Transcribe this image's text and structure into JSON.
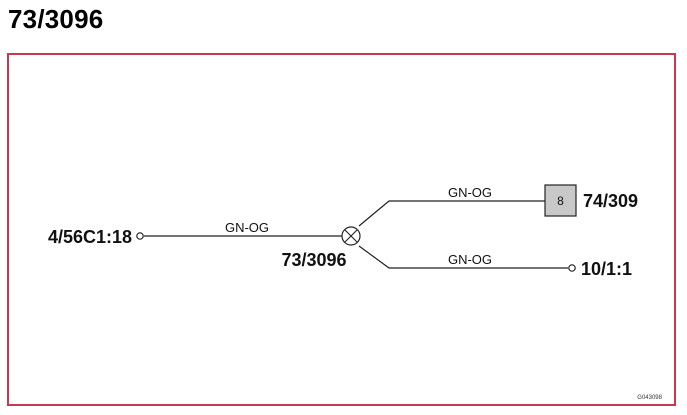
{
  "title": "73/3096",
  "colors": {
    "frame": "#c8384e",
    "connector_fill": "#c8c8c8",
    "wire": "#222222"
  },
  "diagram": {
    "left_terminal": "4/56C1:18",
    "splice_label": "73/3096",
    "connector_pin": "8",
    "connector_label": "74/309",
    "right_terminal": "10/1:1",
    "wires": {
      "left": "GN-OG",
      "upper": "GN-OG",
      "lower": "GN-OG"
    },
    "drawing_code": "G043098"
  }
}
